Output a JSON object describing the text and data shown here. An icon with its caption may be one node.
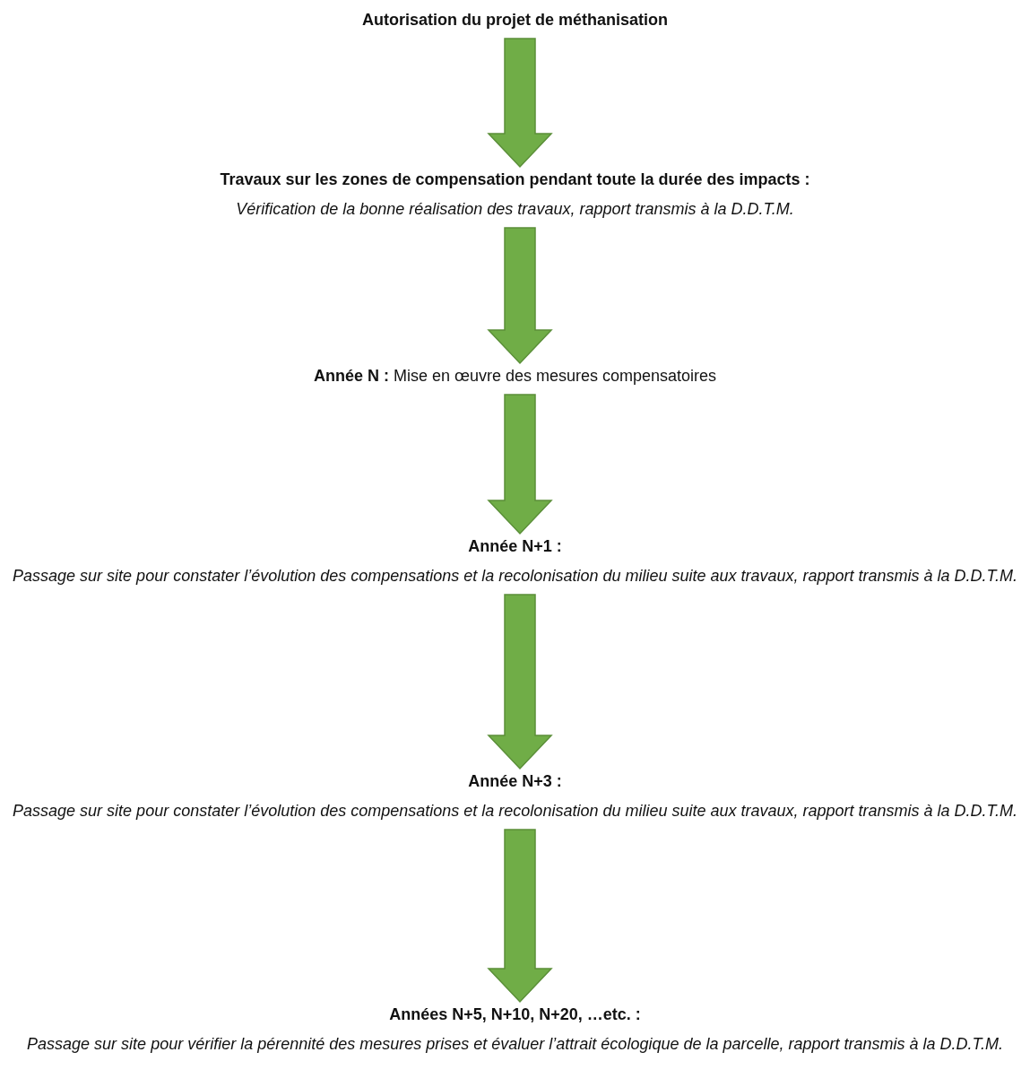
{
  "diagram": {
    "nodes": [
      {
        "text": [
          "Autorisation du projet de méthanisation"
        ]
      },
      {
        "text": [
          "Travaux sur les zones de compensation pendant toute la durée des impacts :",
          "Vérification de la bonne réalisation des travaux, rapport transmis à la D.D.T.M."
        ]
      },
      {
        "text": [
          "**Année N :** Mise en œuvre des mesures compensatoires"
        ]
      },
      {
        "text": [
          "Année N+1 :",
          "Passage sur site pour constater l’évolution des compensations et la recolonisation du milieu suite aux travaux, rapport transmis à la D.D.T.M."
        ]
      },
      {
        "text": [
          "Année N+3 :",
          "Passage sur site pour constater l’évolution des compensations et la recolonisation du milieu suite aux travaux, rapport transmis à la D.D.T.M."
        ]
      },
      {
        "text": [
          "Années N+5, N+10, N+20, …etc. :",
          "Passage sur site pour vérifier la pérennité des mesures prises et évaluer l’attrait écologique de la parcelle, rapport transmis à la D.D.T.M."
        ]
      }
    ],
    "edges": [
      {
        "from": 0,
        "to": 1,
        "arrow": "to",
        "style": "thick"
      },
      {
        "from": 1,
        "to": 2,
        "arrow": "to",
        "style": "thick"
      },
      {
        "from": 2,
        "to": 3,
        "arrow": "to",
        "style": "thick"
      },
      {
        "from": 3,
        "to": 4,
        "arrow": "to",
        "style": "thick"
      },
      {
        "from": 4,
        "to": 5,
        "arrow": "to",
        "style": "thick"
      }
    ]
  }
}
